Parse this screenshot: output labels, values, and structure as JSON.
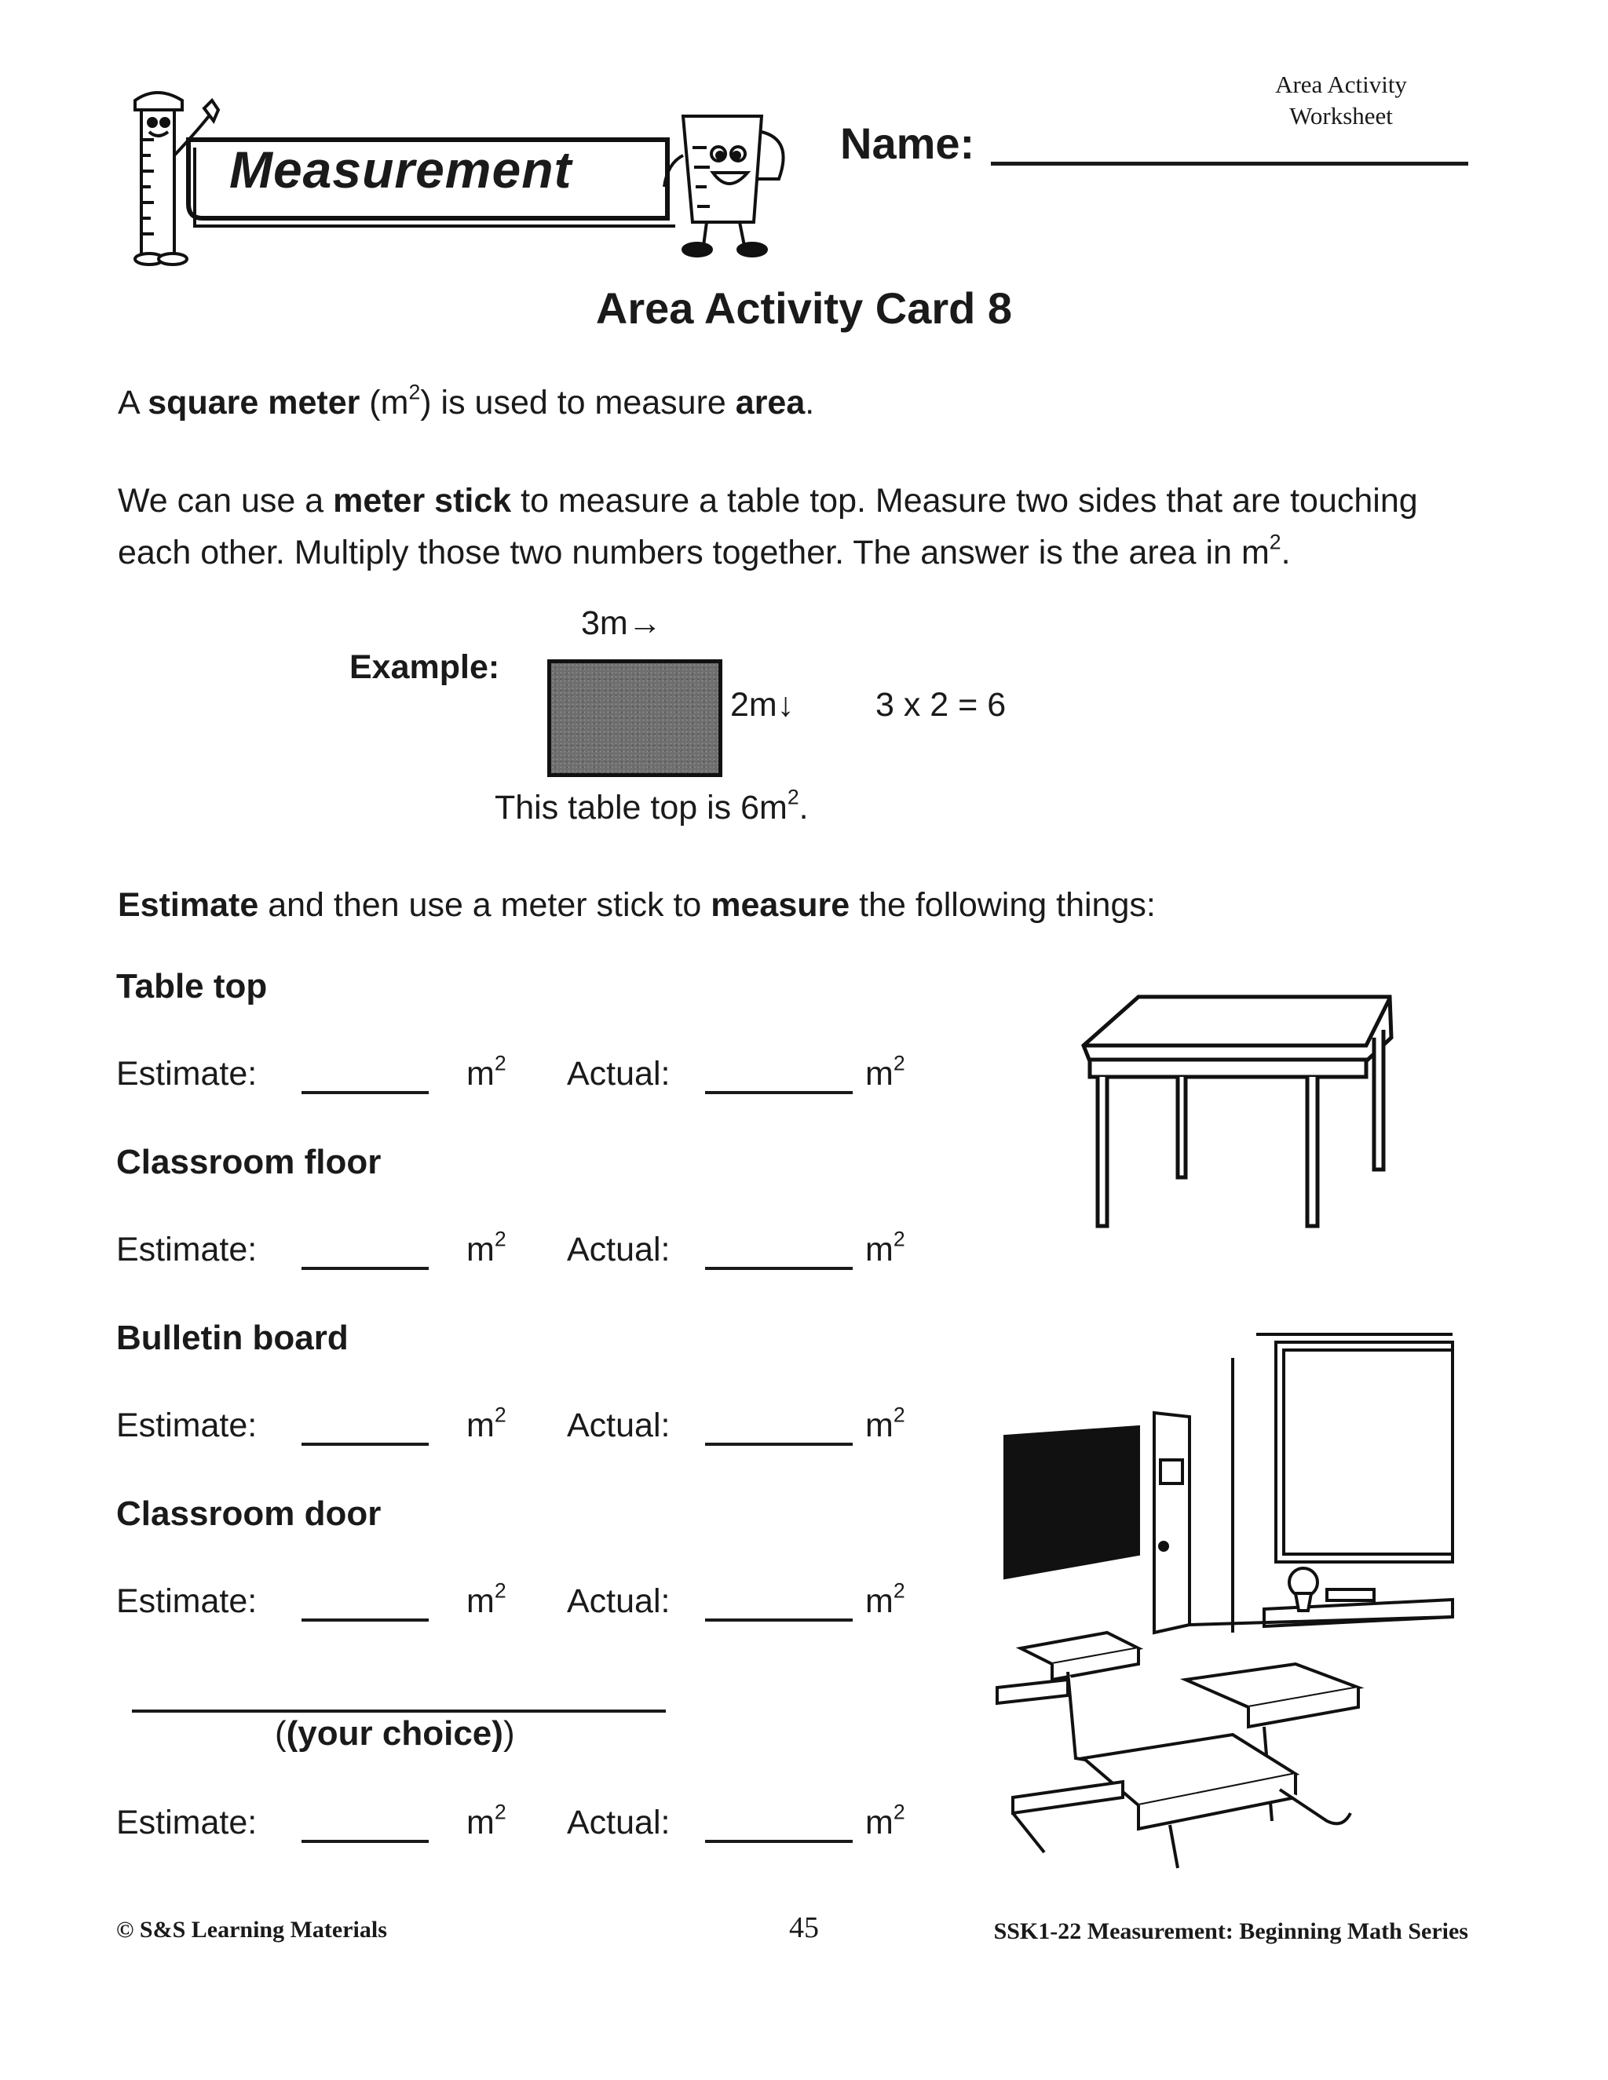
{
  "header": {
    "corner_line1": "Area Activity",
    "corner_line2": "Worksheet",
    "banner_title": "Measurement",
    "name_label": "Name:"
  },
  "title": "Area Activity Card 8",
  "intro": {
    "p1_a": "A ",
    "p1_b": "square meter",
    "p1_c": " (m",
    "p1_sup": "2",
    "p1_d": ") is used to measure ",
    "p1_e": "area",
    "p1_f": ".",
    "p2_a": "We can use a ",
    "p2_b": "meter stick",
    "p2_c": " to measure a table top.  Measure two sides that are touching each other.  Multiply those two numbers together.  The answer is the area in m",
    "p2_sup": "2",
    "p2_d": "."
  },
  "example": {
    "label": "Example:",
    "top_dim": "3m→",
    "side_dim": "2m↓",
    "equation": "3 x 2 = 6",
    "caption_a": "This table top is 6m",
    "caption_sup": "2",
    "caption_b": "."
  },
  "instructions": {
    "a": "Estimate",
    "b": " and then use a meter stick to ",
    "c": "measure",
    "d": " the following things:"
  },
  "labels": {
    "estimate": "Estimate:",
    "actual": "Actual:",
    "unit": "m",
    "unit_sup": "2"
  },
  "items": [
    {
      "name": "Table top"
    },
    {
      "name": "Classroom floor"
    },
    {
      "name": "Bulletin board"
    },
    {
      "name": "Classroom door"
    }
  ],
  "choice_label": "(your choice)",
  "footer": {
    "left": "© S&S Learning Materials",
    "page": "45",
    "right": "SSK1-22 Measurement: Beginning Math Series"
  }
}
